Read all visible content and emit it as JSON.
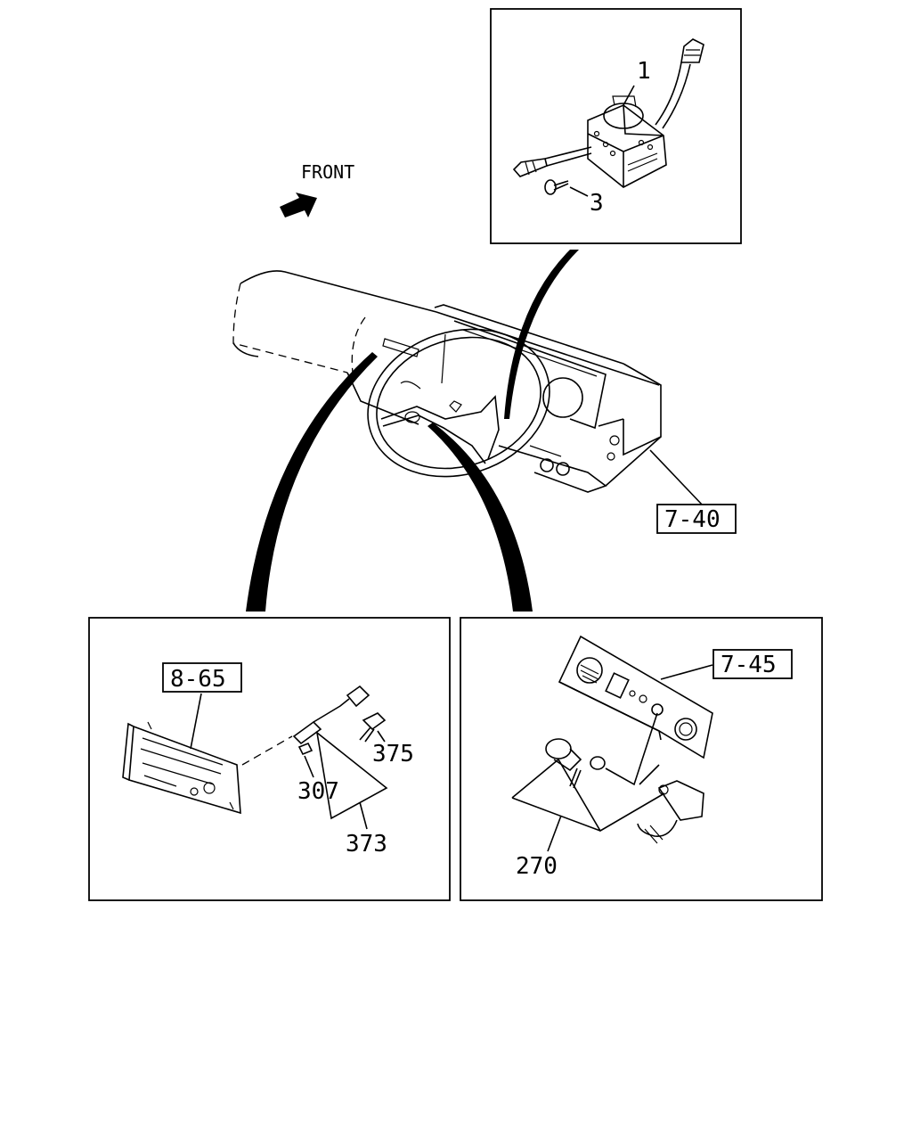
{
  "labels": {
    "front": "FRONT",
    "ref_7_40": "7-40",
    "ref_8_65": "8-65",
    "ref_7_45": "7-45",
    "part_1": "1",
    "part_3": "3",
    "part_375": "375",
    "part_307": "307",
    "part_373": "373",
    "part_270": "270"
  },
  "icons": {
    "front_arrow": "front-arrow-icon"
  }
}
